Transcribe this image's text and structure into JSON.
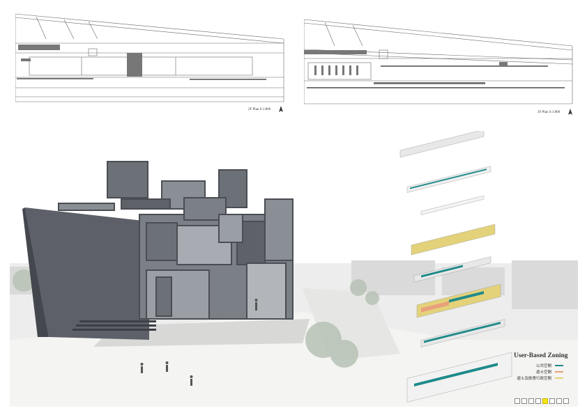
{
  "plans": [
    {
      "caption": "2F Plan S:1:800",
      "room_labels": [
        "",
        ""
      ]
    },
    {
      "caption": "3F Plan S:1:800",
      "room_labels": [
        "",
        ""
      ]
    }
  ],
  "legend": {
    "title": "User-Based Zoning",
    "items": [
      {
        "label": "公共空間",
        "color": "#1f8a8a"
      },
      {
        "label": "遊士空間",
        "color": "#e8a07a"
      },
      {
        "label": "遊士及飲食行政空間",
        "color": "#e3d27a"
      }
    ]
  },
  "pager": {
    "count": 8,
    "active_index": 5
  },
  "colors": {
    "wall": "#8a8a8a",
    "concrete_dark": "#5e6168",
    "concrete_mid": "#7b7f86",
    "concrete_light": "#9a9ea5",
    "teal": "#1f8a8a",
    "yellow": "#e3d27a",
    "orange": "#e8a07a"
  }
}
